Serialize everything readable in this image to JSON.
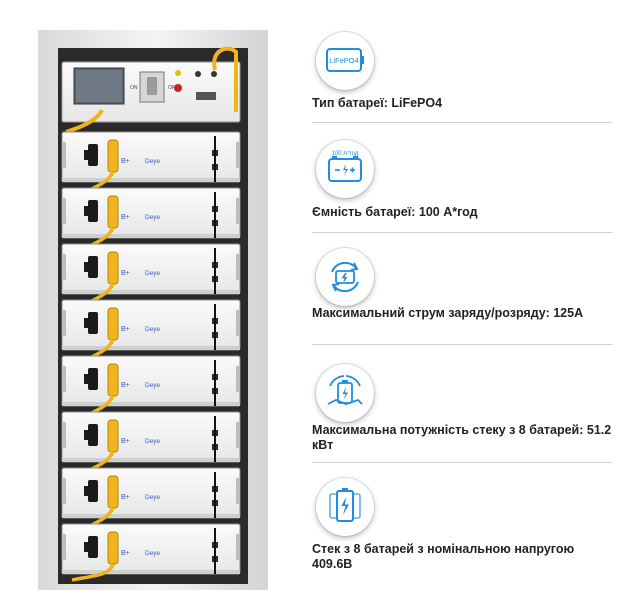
{
  "features": [
    {
      "icon": "lifepo4-battery-icon",
      "icon_text": "LiFePO4",
      "label": "Тип батареї: LiFePO4"
    },
    {
      "icon": "battery-capacity-icon",
      "icon_text": "100 А*год",
      "label": "Ємність батареї: 100 А*год"
    },
    {
      "icon": "charge-cycle-icon",
      "label": "Максимальний струм заряду/розряду: 125А"
    },
    {
      "icon": "battery-power-hand-icon",
      "label": "Максимальна потужність стеку з 8 батарей: 51.2 кВт"
    },
    {
      "icon": "battery-stack-icon",
      "label": "Стек з 8 батарей з номінальною напругою 409.6В"
    }
  ],
  "rack": {
    "control_labels": {
      "on": "ON",
      "off": "OFF"
    },
    "modules": [
      {
        "polarity": "B+",
        "brand": "Deye"
      },
      {
        "polarity": "B+",
        "brand": "Deye"
      },
      {
        "polarity": "B+",
        "brand": "Deye"
      },
      {
        "polarity": "B+",
        "brand": "Deye"
      },
      {
        "polarity": "B+",
        "brand": "Deye"
      },
      {
        "polarity": "B+",
        "brand": "Deye"
      },
      {
        "polarity": "B+",
        "brand": "Deye"
      },
      {
        "polarity": "B+",
        "brand": "Deye"
      }
    ]
  },
  "colors": {
    "accent": "#1f8de0",
    "cable": "#f2b41c",
    "rack_frame": "#ededed",
    "module_face": "#f6f6f6",
    "text": "#222222"
  }
}
